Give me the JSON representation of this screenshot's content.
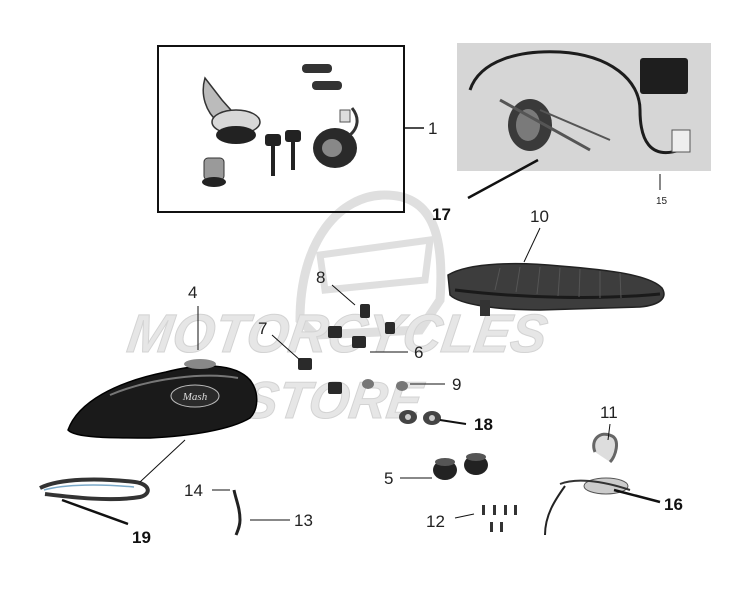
{
  "watermark": {
    "line1": "MOTORCYCLES",
    "line2": "STORE"
  },
  "callouts": [
    {
      "id": "c1",
      "text": "1",
      "bold": false
    },
    {
      "id": "c4",
      "text": "4",
      "bold": false
    },
    {
      "id": "c5",
      "text": "5",
      "bold": false
    },
    {
      "id": "c6",
      "text": "6",
      "bold": false
    },
    {
      "id": "c7",
      "text": "7",
      "bold": false
    },
    {
      "id": "c8",
      "text": "8",
      "bold": false
    },
    {
      "id": "c9",
      "text": "9",
      "bold": false
    },
    {
      "id": "c10",
      "text": "10",
      "bold": false
    },
    {
      "id": "c11",
      "text": "11",
      "bold": false
    },
    {
      "id": "c12",
      "text": "12",
      "bold": false
    },
    {
      "id": "c13",
      "text": "13",
      "bold": false
    },
    {
      "id": "c14",
      "text": "14",
      "bold": false
    },
    {
      "id": "c15",
      "text": "15",
      "bold": false
    },
    {
      "id": "c16",
      "text": "16",
      "bold": true
    },
    {
      "id": "c17",
      "text": "17",
      "bold": true
    },
    {
      "id": "c18",
      "text": "18",
      "bold": true
    },
    {
      "id": "c19",
      "text": "19",
      "bold": true
    }
  ],
  "tank_logo": "Mash",
  "colors": {
    "line": "#111111",
    "watermark": "#d9d9d9",
    "photo_bg": "#d6d6d6"
  }
}
